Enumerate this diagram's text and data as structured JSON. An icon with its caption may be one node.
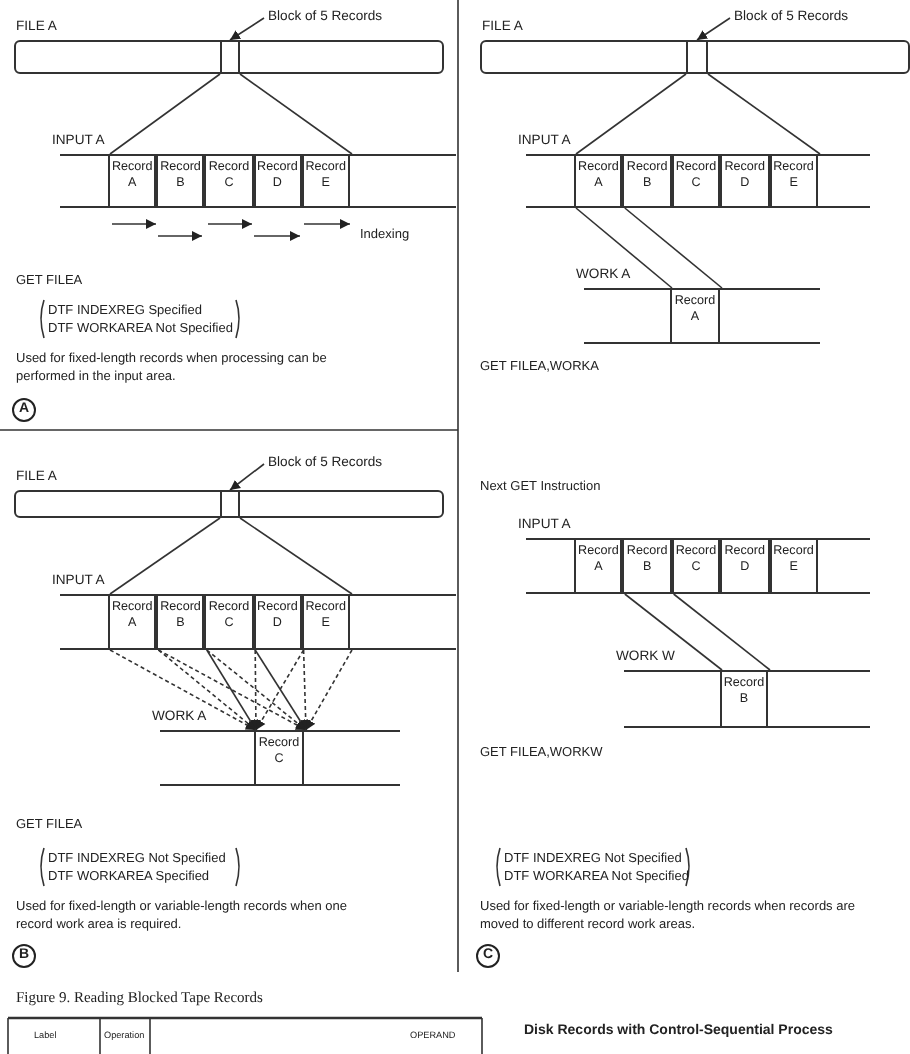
{
  "diagram": {
    "caption": "Figure 9. Reading Blocked Tape Records",
    "nodes": [
      {
        "text": [
          "FILE A"
        ]
      },
      {
        "text": [],
        "shape": "box",
        "in": 0
      },
      {
        "text": [
          "Block of 5 Records"
        ]
      },
      {
        "text": [
          "INPUT A"
        ]
      },
      {
        "text": [
          "Record A"
        ],
        "in": 3
      },
      {
        "text": [
          "Record B"
        ],
        "in": 3
      },
      {
        "text": [
          "Record C"
        ],
        "in": 3
      },
      {
        "text": [
          "Record D"
        ],
        "in": 3
      },
      {
        "text": [
          "Record E"
        ],
        "in": 3
      },
      {
        "text": [
          "FILE A"
        ]
      },
      {
        "text": [],
        "shape": "box",
        "in": 9
      },
      {
        "text": [
          "Block of 5 Records"
        ]
      },
      {
        "text": [
          "INPUT A"
        ]
      },
      {
        "text": [
          "Record A"
        ],
        "in": 12
      },
      {
        "text": [
          "Record B"
        ],
        "in": 12
      },
      {
        "text": [
          "Record C"
        ],
        "in": 12
      },
      {
        "text": [
          "Record D"
        ],
        "in": 12
      },
      {
        "text": [
          "Record E"
        ],
        "in": 12
      },
      {
        "text": [
          "WORK A"
        ]
      },
      {
        "text": [
          "Record C"
        ],
        "in": 18
      },
      {
        "text": [
          "FILE A"
        ]
      },
      {
        "text": [],
        "shape": "box",
        "in": 20
      },
      {
        "text": [
          "Block of 5 Records"
        ]
      },
      {
        "text": [
          "INPUT A"
        ]
      },
      {
        "text": [
          "Record A"
        ],
        "in": 23
      },
      {
        "text": [
          "Record B"
        ],
        "in": 23
      },
      {
        "text": [
          "Record C"
        ],
        "in": 23
      },
      {
        "text": [
          "Record D"
        ],
        "in": 23
      },
      {
        "text": [
          "Record E"
        ],
        "in": 23
      },
      {
        "text": [
          "WORK A"
        ]
      },
      {
        "text": [
          "Record A"
        ],
        "in": 29
      },
      {
        "text": [
          "INPUT A"
        ]
      },
      {
        "text": [
          "Record A"
        ],
        "in": 31
      },
      {
        "text": [
          "Record B"
        ],
        "in": 31
      },
      {
        "text": [
          "Record C"
        ],
        "in": 31
      },
      {
        "text": [
          "Record D"
        ],
        "in": 31
      },
      {
        "text": [
          "Record E"
        ],
        "in": 31
      },
      {
        "text": [
          "WORK W"
        ]
      },
      {
        "text": [
          "Record B"
        ],
        "in": 37
      }
    ],
    "edges": [
      {
        "from": 2,
        "to": 1,
        "arrow": "to"
      },
      {
        "from": 1,
        "to": 4,
        "arrow": "none"
      },
      {
        "from": 1,
        "to": 8,
        "arrow": "none"
      },
      {
        "from": 11,
        "to": 10,
        "arrow": "to"
      },
      {
        "from": 10,
        "to": 13,
        "arrow": "none"
      },
      {
        "from": 10,
        "to": 17,
        "arrow": "none"
      },
      {
        "from": 13,
        "to": 19,
        "arrow": "to",
        "style": "dashed"
      },
      {
        "from": 13,
        "to": 19,
        "arrow": "to",
        "style": "dashed"
      },
      {
        "from": 14,
        "to": 19,
        "arrow": "to",
        "style": "dashed"
      },
      {
        "from": 14,
        "to": 19,
        "arrow": "to",
        "style": "dashed"
      },
      {
        "from": 15,
        "to": 19,
        "arrow": "to"
      },
      {
        "from": 15,
        "to": 19,
        "arrow": "to"
      },
      {
        "from": 16,
        "to": 19,
        "arrow": "to",
        "style": "dashed"
      },
      {
        "from": 16,
        "to": 19,
        "arrow": "to",
        "style": "dashed"
      },
      {
        "from": 17,
        "to": 19,
        "arrow": "to",
        "style": "dashed"
      },
      {
        "from": 17,
        "to": 19,
        "arrow": "to",
        "style": "dashed"
      },
      {
        "from": 22,
        "to": 21,
        "arrow": "to"
      },
      {
        "from": 21,
        "to": 24,
        "arrow": "none"
      },
      {
        "from": 21,
        "to": 28,
        "arrow": "none"
      },
      {
        "from": 24,
        "to": 30,
        "arrow": "none"
      },
      {
        "from": 24,
        "to": 30,
        "arrow": "none"
      },
      {
        "from": 33,
        "to": 38,
        "arrow": "none"
      },
      {
        "from": 33,
        "to": 38,
        "arrow": "none"
      }
    ],
    "labels": [
      "Indexing",
      "GET FILEA",
      "DTF INDEXREG Specified",
      "DTF WORKAREA Not Specified",
      "Used for fixed-length records when processing can be performed in the input area.",
      "A",
      "GET FILEA",
      "DTF INDEXREG Not Specified",
      "DTF WORKAREA Specified",
      "Used for fixed-length or variable-length records when one record work area is required.",
      "B",
      "GET FILEA,WORKA",
      "Next GET Instruction",
      "GET FILEA,WORKW",
      "DTF INDEXREG Not Specified",
      "DTF WORKAREA Not Specified",
      "Used for fixed-length or variable-length records when records are moved to different record work areas.",
      "C",
      "Label",
      "Operation",
      "OPERAND",
      "Disk Records with Control-Sequential Process"
    ]
  }
}
